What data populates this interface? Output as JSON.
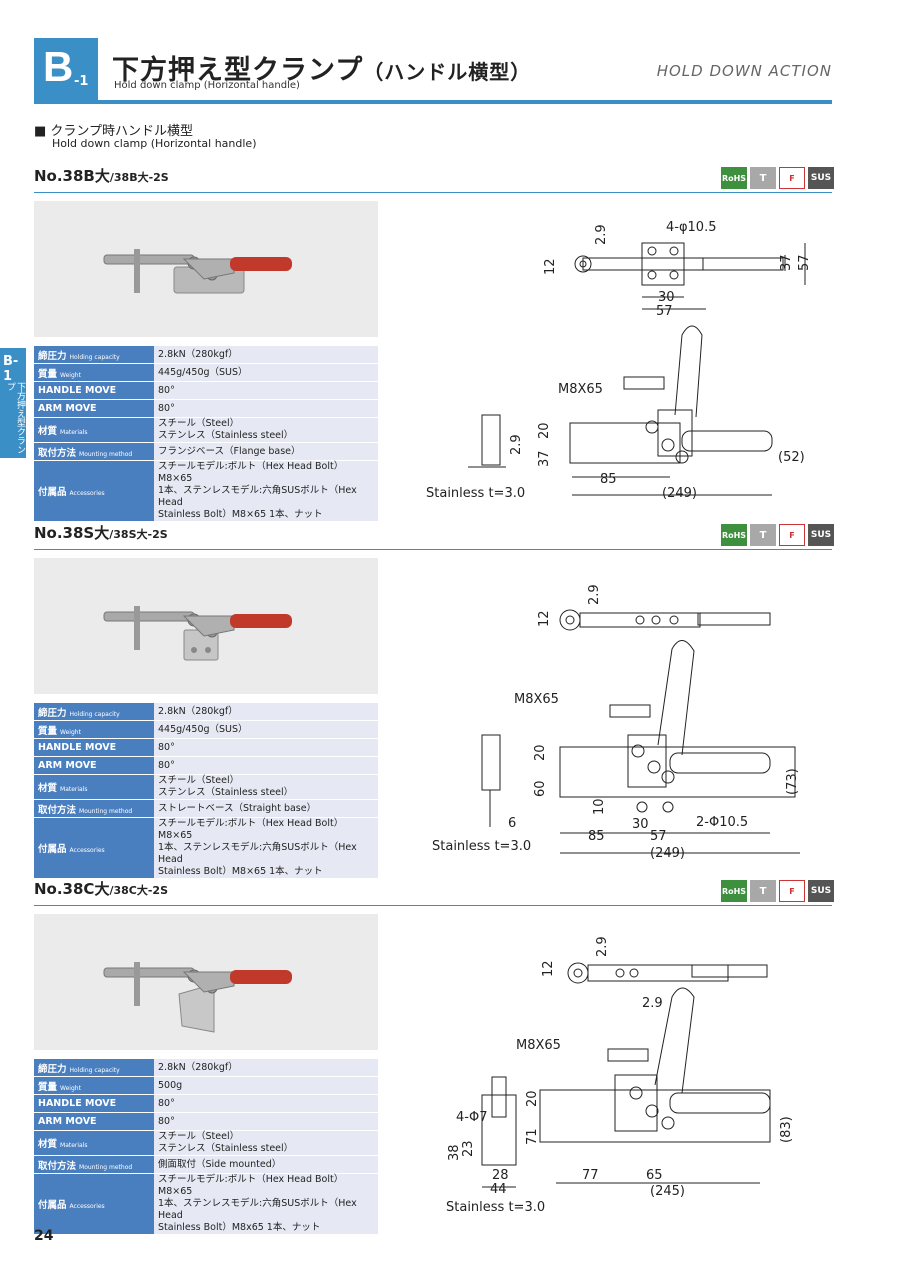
{
  "header": {
    "block_letter": "B",
    "block_sub": "-1",
    "title_jp": "下方押え型クランプ",
    "title_paren": "（ハンドル横型）",
    "title_en": "Hold down clamp (Horizontal handle)",
    "right_label": "HOLD DOWN ACTION"
  },
  "category": {
    "jp": "■ クランプ時ハンドル横型",
    "en": "Hold down clamp (Horizontal handle)"
  },
  "side_tab": {
    "code": "B-1",
    "vertical": "下方押え型クランプ"
  },
  "badges": [
    "RoHS",
    "T",
    "F",
    "SUS"
  ],
  "products": [
    {
      "model": "No.38B大",
      "model_small": "/38B大-2S",
      "specs": [
        {
          "k": "締圧力",
          "ke": "Holding capacity",
          "v": "2.8kN（280kgf）"
        },
        {
          "k": "質量",
          "ke": "Weight",
          "v": "445g/450g（SUS）"
        },
        {
          "k": "HANDLE MOVE",
          "ke": "",
          "v": "80°"
        },
        {
          "k": "ARM MOVE",
          "ke": "",
          "v": "80°"
        },
        {
          "k": "材質",
          "ke": "Materials",
          "v": "スチール（Steel）\nステンレス（Stainless steel）"
        },
        {
          "k": "取付方法",
          "ke": "Mounting method",
          "v": "フランジベース（Flange base）"
        },
        {
          "k": "付属品",
          "ke": "Accessories",
          "v": "スチールモデル:ボルト（Hex Head Bolt）M8×65\n1本、ステンレスモデル:六角SUSボルト（Hex Head\nStainless Bolt）M8×65 1本、ナット"
        }
      ],
      "dims": {
        "a": "2.9",
        "b": "4-φ10.5",
        "c": "12",
        "d": "37",
        "e": "57",
        "f": "30",
        "g": "57",
        "h": "M8X65",
        "i": "20",
        "j": "2.9",
        "k": "37",
        "l": "(52)",
        "m": "85",
        "n": "(249)",
        "st": "Stainless t=3.0"
      }
    },
    {
      "model": "No.38S大",
      "model_small": "/38S大-2S",
      "specs": [
        {
          "k": "締圧力",
          "ke": "Holding capacity",
          "v": "2.8kN（280kgf）"
        },
        {
          "k": "質量",
          "ke": "Weight",
          "v": "445g/450g（SUS）"
        },
        {
          "k": "HANDLE MOVE",
          "ke": "",
          "v": "80°"
        },
        {
          "k": "ARM MOVE",
          "ke": "",
          "v": "80°"
        },
        {
          "k": "材質",
          "ke": "Materials",
          "v": "スチール（Steel）\nステンレス（Stainless steel）"
        },
        {
          "k": "取付方法",
          "ke": "Mounting method",
          "v": "ストレートベース（Straight base）"
        },
        {
          "k": "付属品",
          "ke": "Accessories",
          "v": "スチールモデル:ボルト（Hex Head Bolt）M8×65\n1本、ステンレスモデル:六角SUSボルト（Hex Head\nStainless Bolt）M8×65 1本、ナット"
        }
      ],
      "dims": {
        "a": "2.9",
        "c": "12",
        "h": "M8X65",
        "i": "20",
        "k": "60",
        "t": "6",
        "u": "10",
        "f": "30",
        "g": "57",
        "m": "85",
        "p": "2-Φ10.5",
        "l": "(73)",
        "n": "(249)",
        "st": "Stainless t=3.0"
      }
    },
    {
      "model": "No.38C大",
      "model_small": "/38C大-2S",
      "specs": [
        {
          "k": "締圧力",
          "ke": "Holding capacity",
          "v": "2.8kN（280kgf）"
        },
        {
          "k": "質量",
          "ke": "Weight",
          "v": "500g"
        },
        {
          "k": "HANDLE MOVE",
          "ke": "",
          "v": "80°"
        },
        {
          "k": "ARM MOVE",
          "ke": "",
          "v": "80°"
        },
        {
          "k": "材質",
          "ke": "Materials",
          "v": "スチール（Steel）\nステンレス（Stainless steel）"
        },
        {
          "k": "取付方法",
          "ke": "Mounting method",
          "v": "側面取付（Side mounted）"
        },
        {
          "k": "付属品",
          "ke": "Accessories",
          "v": "スチールモデル:ボルト（Hex Head Bolt）M8×65\n1本、ステンレスモデル:六角SUSボルト（Hex Head\nStainless Bolt）M8x65 1本、ナット"
        }
      ],
      "dims": {
        "a": "2.9",
        "c": "12",
        "j": "2.9",
        "h": "M8X65",
        "q": "4-Φ7",
        "i": "20",
        "k": "71",
        "r": "38",
        "s": "23",
        "f": "28",
        "g": "44",
        "m": "77",
        "o": "65",
        "l": "(83)",
        "n": "(245)",
        "st": "Stainless t=3.0"
      }
    }
  ],
  "page_number": "24"
}
